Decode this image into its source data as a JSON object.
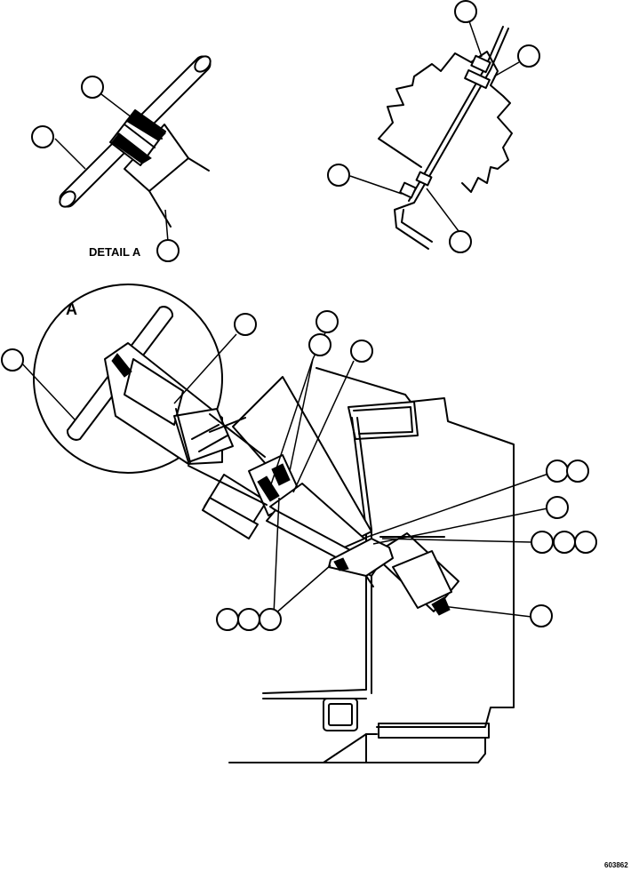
{
  "detail_label": "DETAIL A",
  "section_letter": "A",
  "drawing_number": "603862"
}
